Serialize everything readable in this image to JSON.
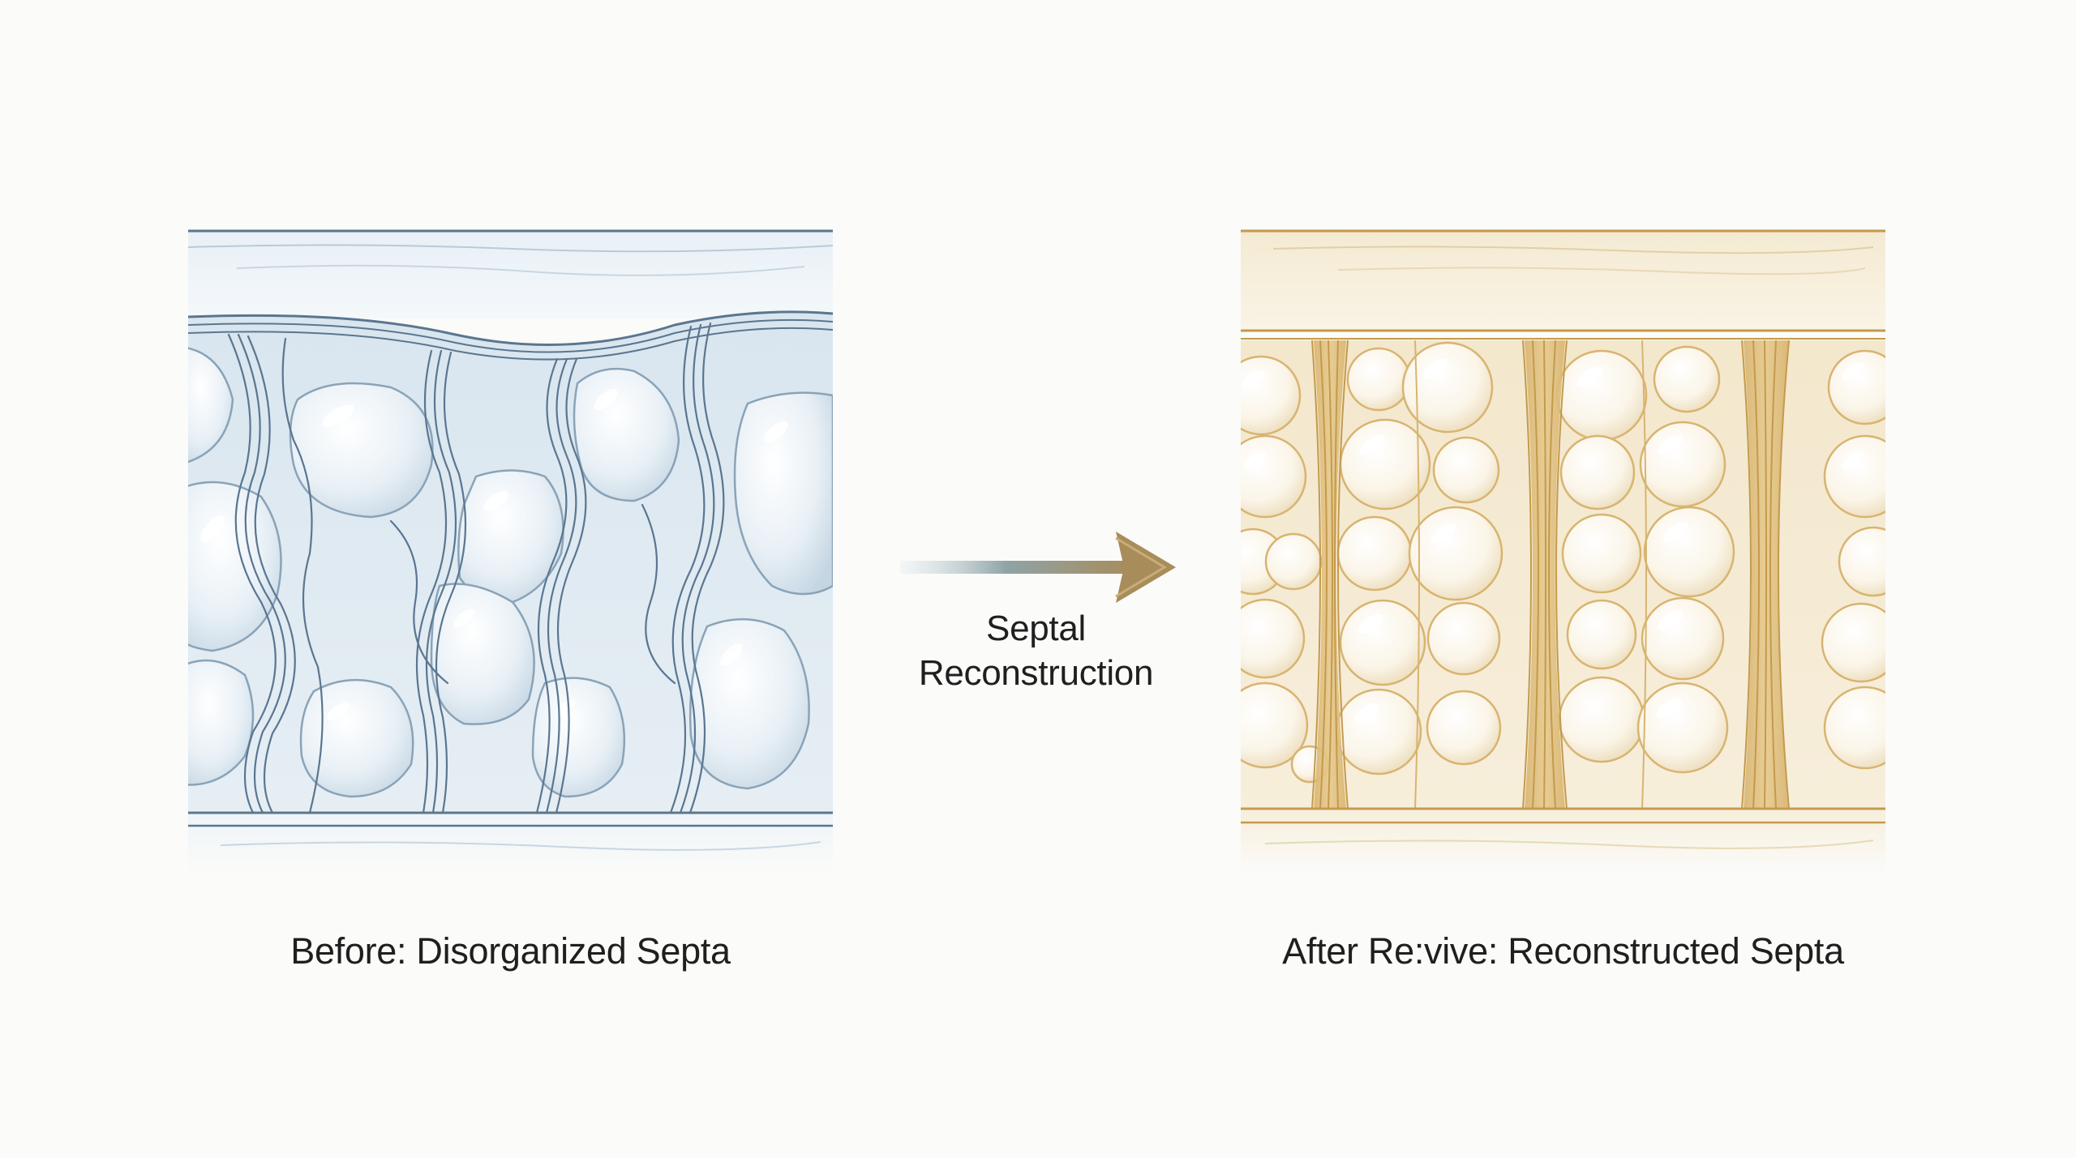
{
  "before": {
    "caption": "Before: Disorganized Septa",
    "colors": {
      "septa": "#5a7690",
      "tissue": "#dfeaf2",
      "cell": "#e9f1f7",
      "band": "#eef4f8"
    }
  },
  "transition": {
    "label_line1": "Septal",
    "label_line2": "Reconstruction",
    "colors": {
      "arrow_start": "#e4eef3",
      "arrow_end": "#a88c5a"
    }
  },
  "after": {
    "caption": "After Re:vive: Reconstructed Septa",
    "colors": {
      "septa": "#c49a4c",
      "tissue": "#f5ecd8",
      "cell": "#fbf6ec",
      "band": "#faf4e6"
    }
  }
}
